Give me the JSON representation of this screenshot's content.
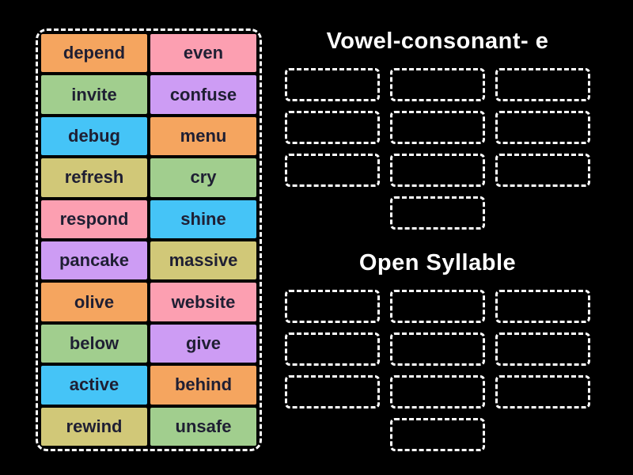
{
  "page": {
    "background": "#000000"
  },
  "colors": {
    "orange": "#F5A55F",
    "pink": "#FC9FB1",
    "green": "#A1CE8E",
    "purple": "#CD9CF4",
    "blue": "#45C4F7",
    "khaki": "#D1C878",
    "tile_text": "#1F1F33",
    "title_text": "#FFFFFF",
    "slot_border": "#FFFFFF"
  },
  "word_bank": {
    "tiles": [
      {
        "label": "depend",
        "color": "orange"
      },
      {
        "label": "even",
        "color": "pink"
      },
      {
        "label": "invite",
        "color": "green"
      },
      {
        "label": "confuse",
        "color": "purple"
      },
      {
        "label": "debug",
        "color": "blue"
      },
      {
        "label": "menu",
        "color": "orange"
      },
      {
        "label": "refresh",
        "color": "khaki"
      },
      {
        "label": "cry",
        "color": "green"
      },
      {
        "label": "respond",
        "color": "pink"
      },
      {
        "label": "shine",
        "color": "blue"
      },
      {
        "label": "pancake",
        "color": "purple"
      },
      {
        "label": "massive",
        "color": "khaki"
      },
      {
        "label": "olive",
        "color": "orange"
      },
      {
        "label": "website",
        "color": "pink"
      },
      {
        "label": "below",
        "color": "green"
      },
      {
        "label": "give",
        "color": "purple"
      },
      {
        "label": "active",
        "color": "blue"
      },
      {
        "label": "behind",
        "color": "orange"
      },
      {
        "label": "rewind",
        "color": "khaki"
      },
      {
        "label": "unsafe",
        "color": "green"
      }
    ]
  },
  "groups": [
    {
      "title": "Vowel-consonant- e",
      "slot_count": 10
    },
    {
      "title": "Open Syllable",
      "slot_count": 10
    }
  ]
}
